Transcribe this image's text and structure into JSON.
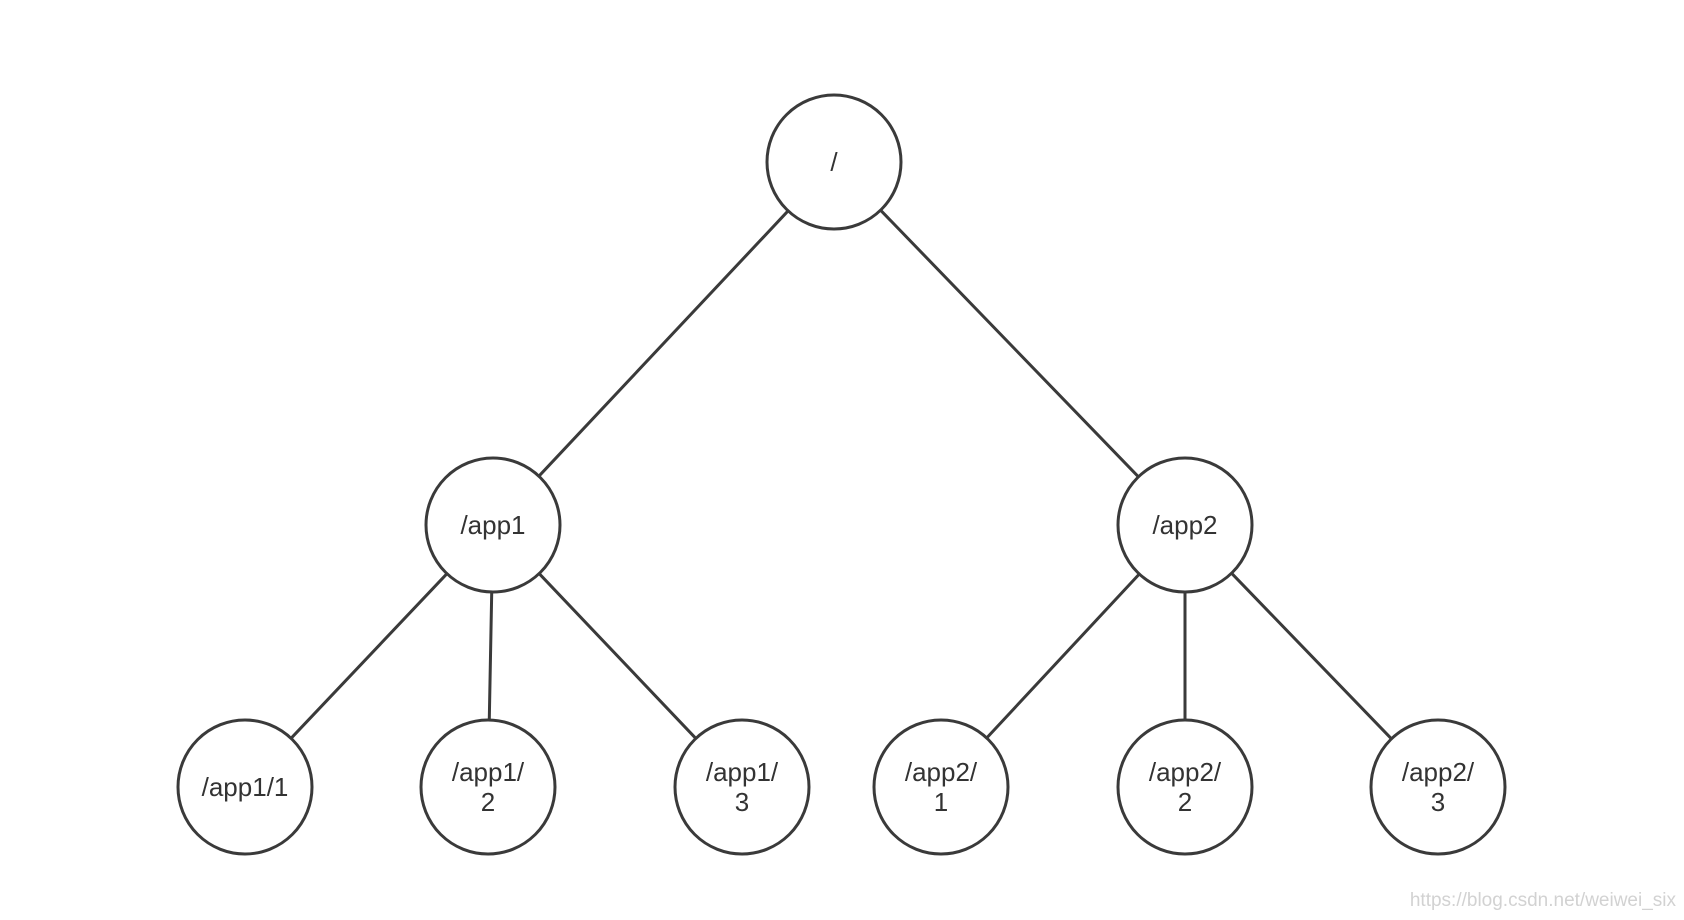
{
  "tree": {
    "nodes": [
      {
        "id": "root",
        "lines": [
          "/"
        ]
      },
      {
        "id": "app1",
        "lines": [
          "/app1"
        ]
      },
      {
        "id": "app2",
        "lines": [
          "/app2"
        ]
      },
      {
        "id": "app1-1",
        "lines": [
          "/app1/1"
        ]
      },
      {
        "id": "app1-2",
        "lines": [
          "/app1/",
          "2"
        ]
      },
      {
        "id": "app1-3",
        "lines": [
          "/app1/",
          "3"
        ]
      },
      {
        "id": "app2-1",
        "lines": [
          "/app2/",
          "1"
        ]
      },
      {
        "id": "app2-2",
        "lines": [
          "/app2/",
          "2"
        ]
      },
      {
        "id": "app2-3",
        "lines": [
          "/app2/",
          "3"
        ]
      }
    ],
    "edges": [
      [
        "root",
        "app1"
      ],
      [
        "root",
        "app2"
      ],
      [
        "app1",
        "app1-1"
      ],
      [
        "app1",
        "app1-2"
      ],
      [
        "app1",
        "app1-3"
      ],
      [
        "app2",
        "app2-1"
      ],
      [
        "app2",
        "app2-2"
      ],
      [
        "app2",
        "app2-3"
      ]
    ]
  },
  "watermark": "https://blog.csdn.net/weiwei_six"
}
